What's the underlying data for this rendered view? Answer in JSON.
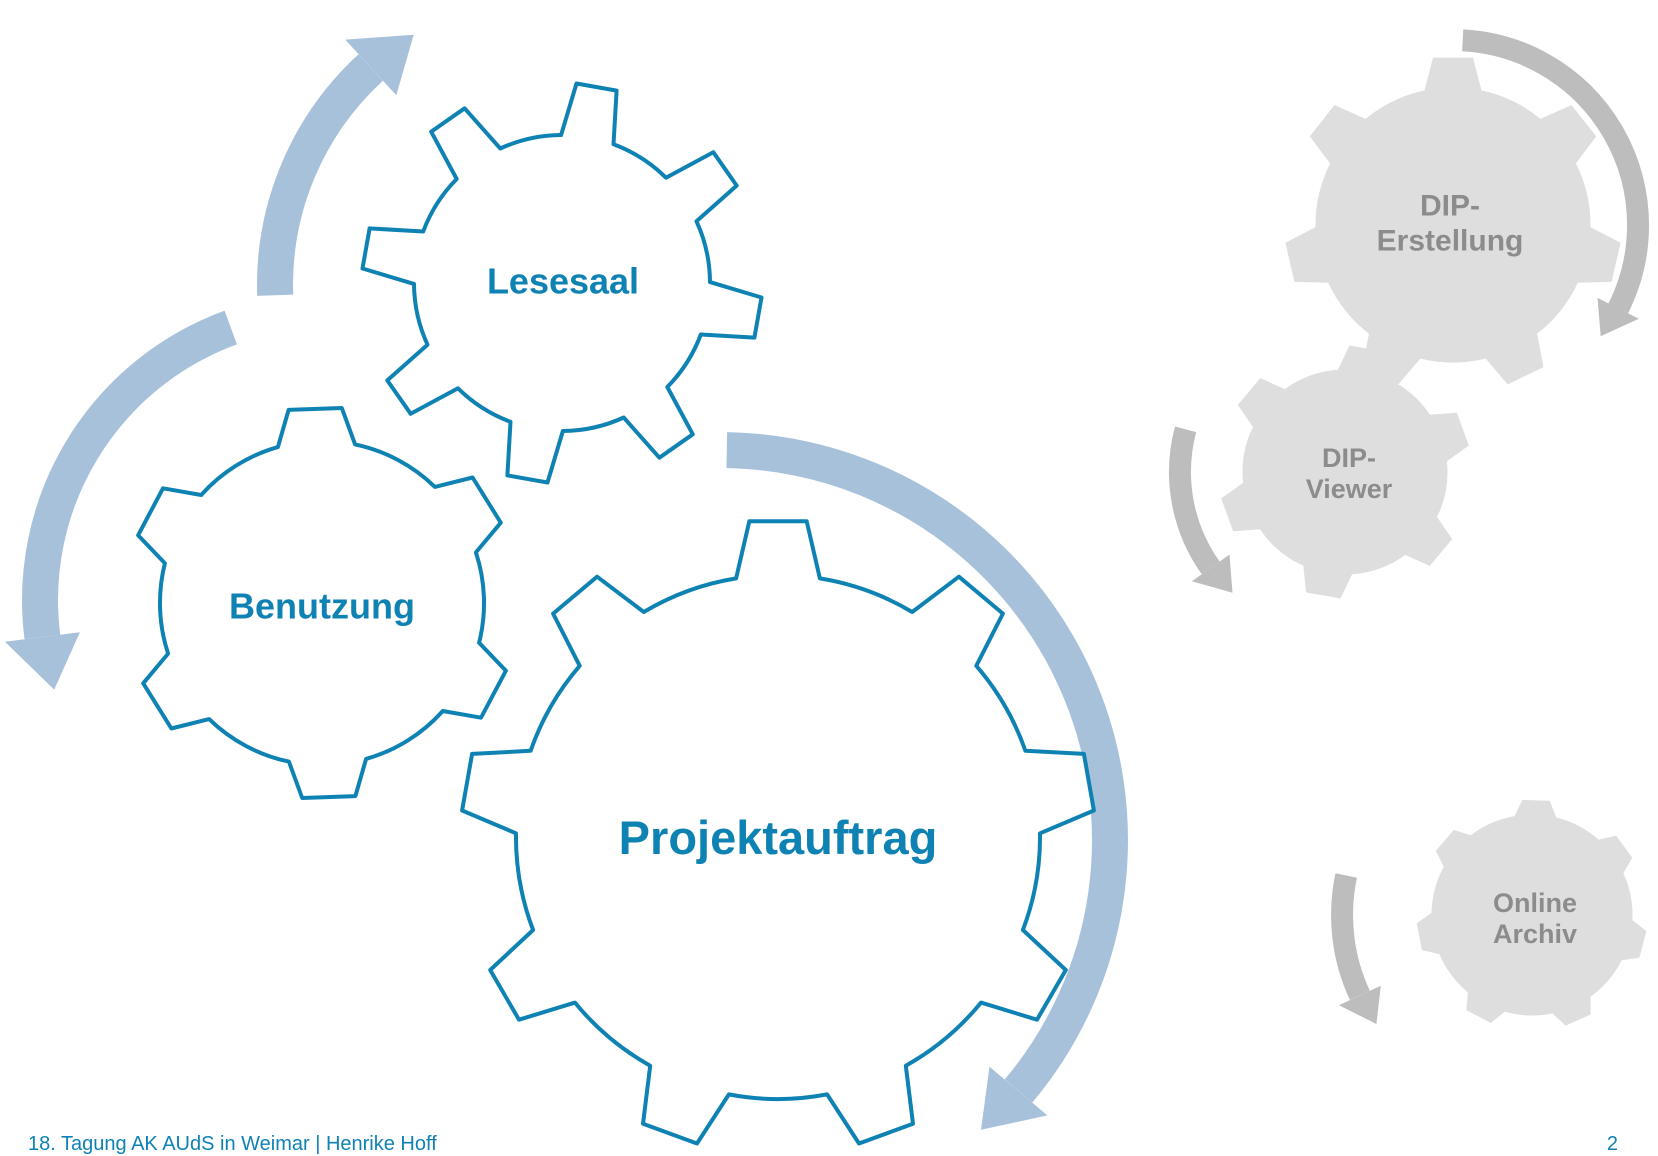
{
  "gears": {
    "lesesaal": {
      "label": "Lesesaal",
      "color": "#0f82b4"
    },
    "benutzung": {
      "label": "Benutzung",
      "color": "#0f82b4"
    },
    "projektauftrag": {
      "label": "Projektauftrag",
      "color": "#0f82b4"
    },
    "dip_erstellung": {
      "label_line1": "DIP-",
      "label_line2": "Erstellung",
      "color": "#8c8c8c"
    },
    "dip_viewer": {
      "label_line1": "DIP-",
      "label_line2": "Viewer",
      "color": "#8c8c8c"
    },
    "online_archiv": {
      "label_line1": "Online",
      "label_line2": "Archiv",
      "color": "#8c8c8c"
    }
  },
  "arrows": {
    "blue_color": "#a8c1db",
    "grey_color": "#bdbdbd",
    "light_gear_fill": "#dedede"
  },
  "footer": {
    "caption": "18. Tagung AK AUdS in Weimar | Henrike Hoff",
    "page_number": "2"
  }
}
